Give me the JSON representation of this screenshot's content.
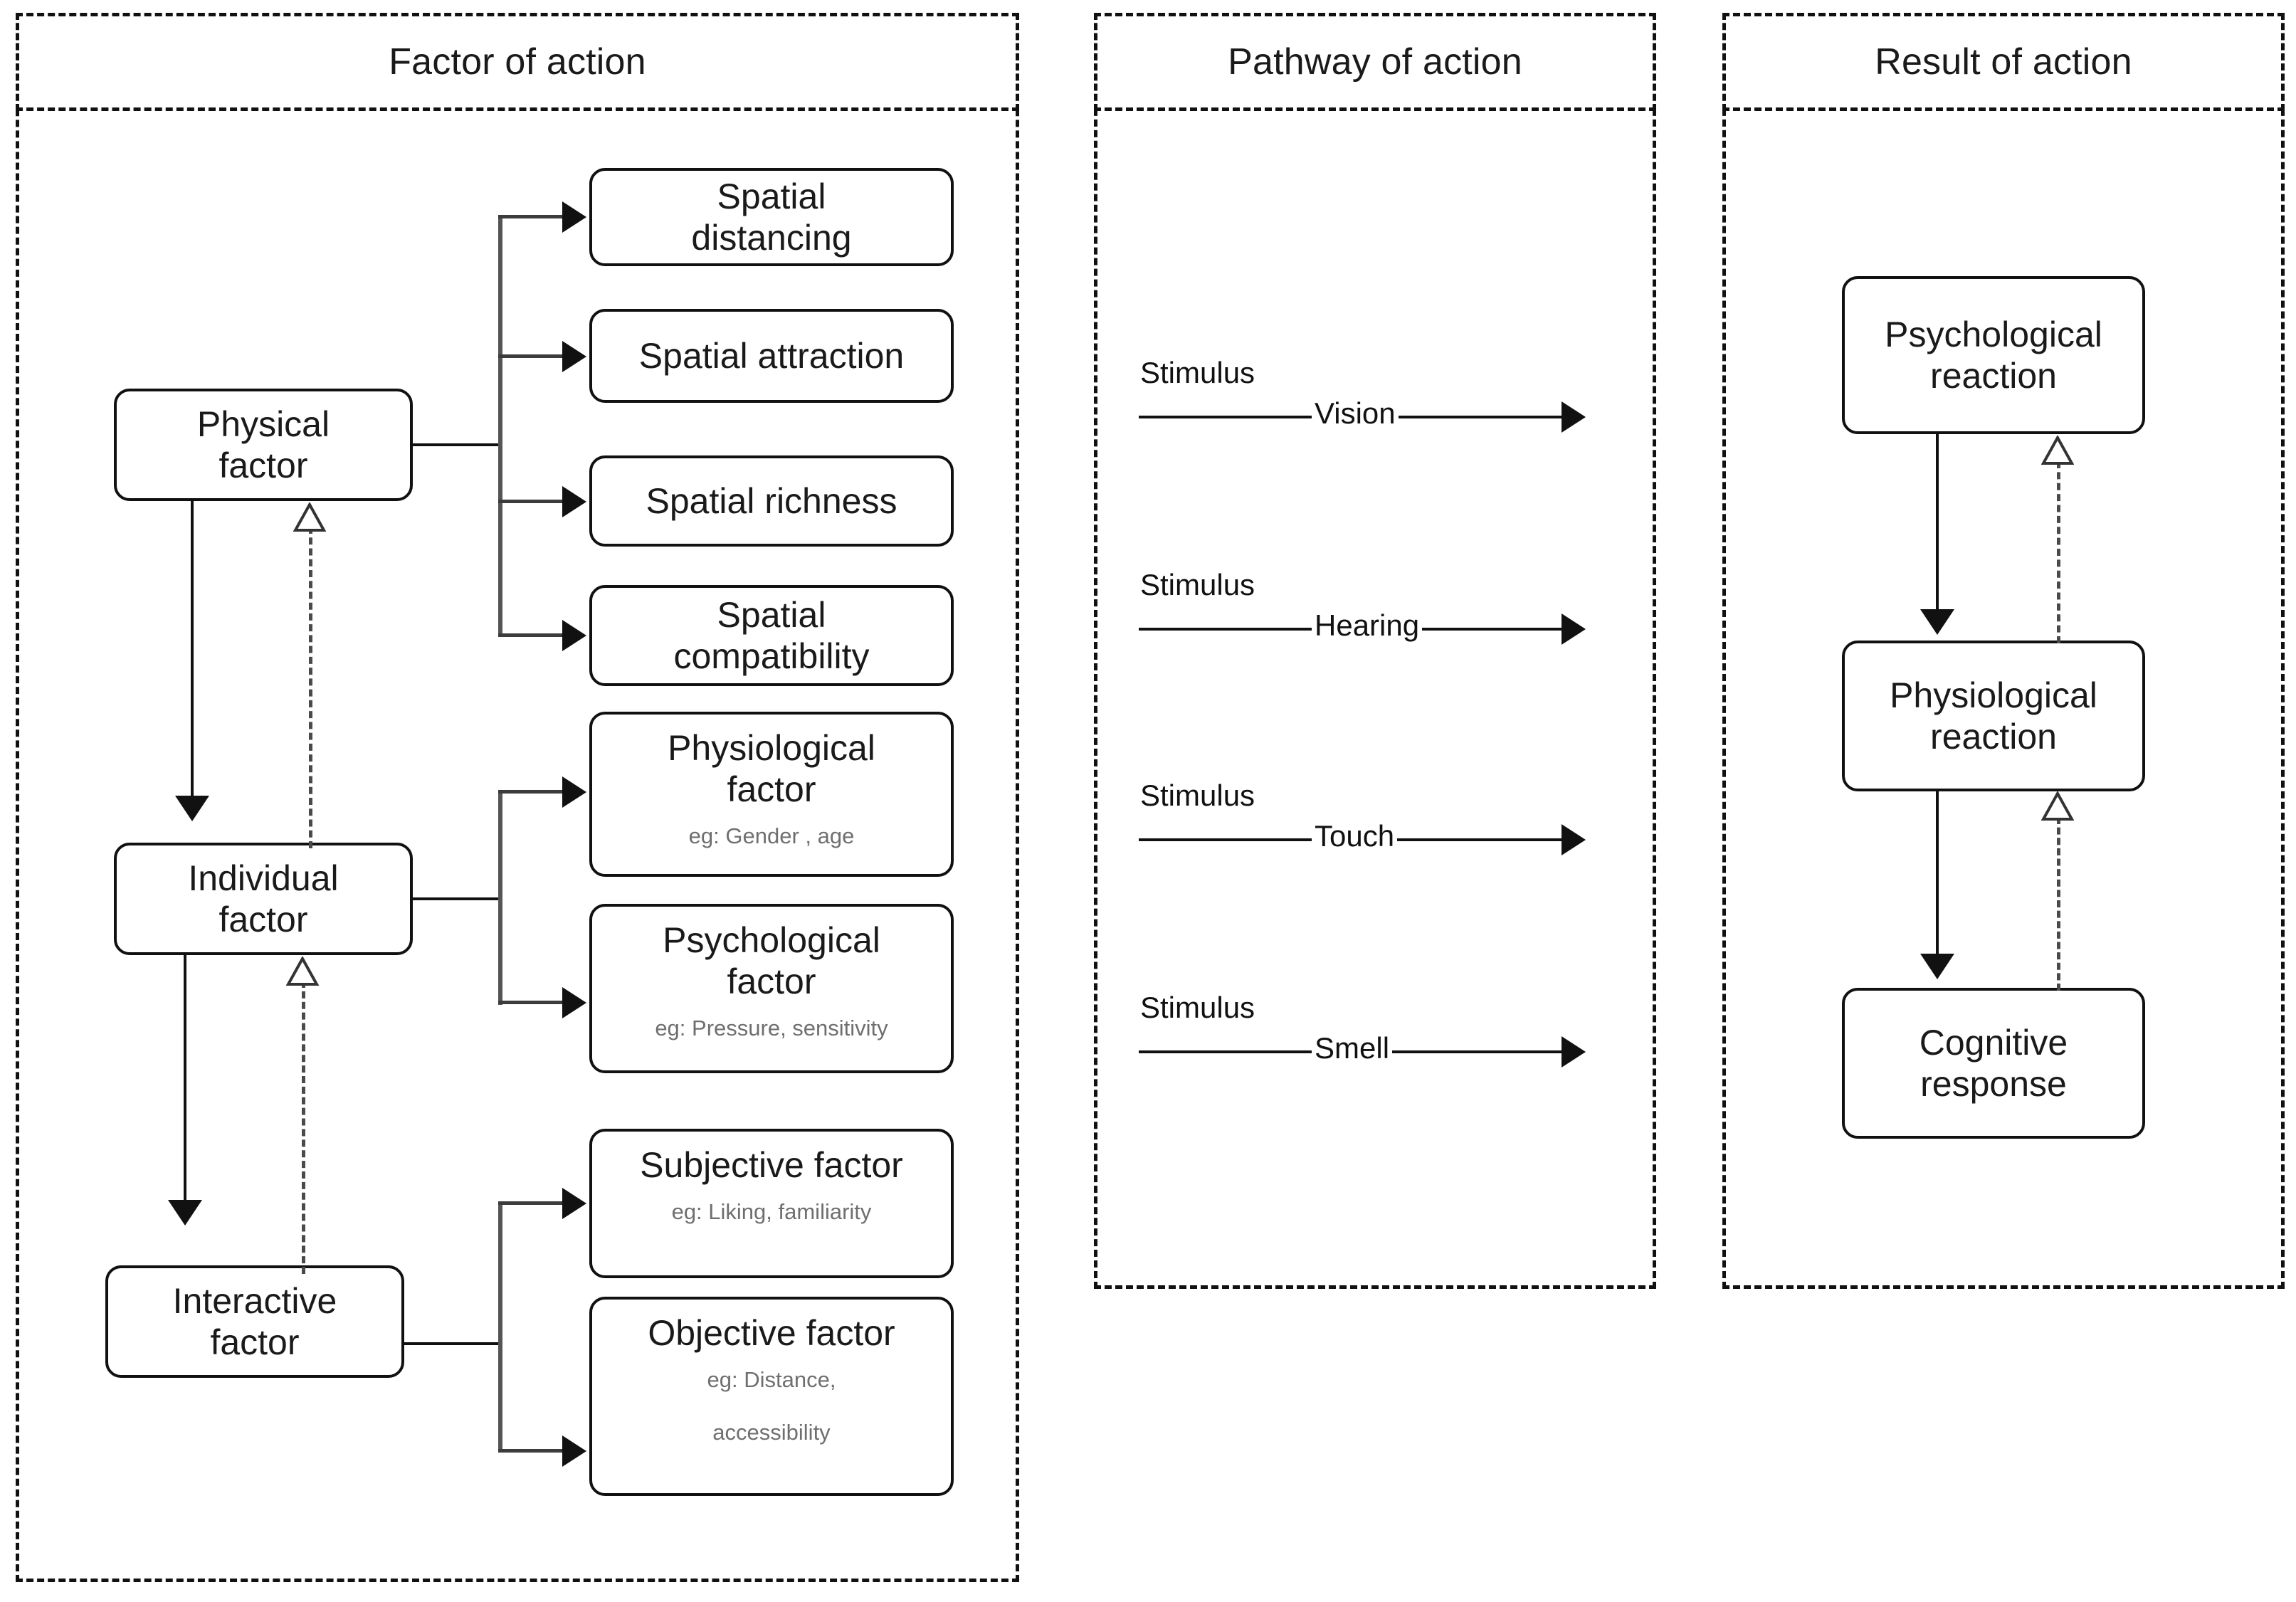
{
  "panels": [
    {
      "id": "factor",
      "title": "Factor of action"
    },
    {
      "id": "pathway",
      "title": "Pathway of action"
    },
    {
      "id": "result",
      "title": "Result of action"
    }
  ],
  "factor_of_action": {
    "parents": [
      {
        "label": "Physical\nfactor"
      },
      {
        "label": "Individual\nfactor"
      },
      {
        "label": "Interactive\nfactor"
      }
    ],
    "physical_children": [
      {
        "label": "Spatial\ndistancing"
      },
      {
        "label": "Spatial attraction"
      },
      {
        "label": "Spatial richness"
      },
      {
        "label": "Spatial\ncompatibility"
      }
    ],
    "individual_children": [
      {
        "label": "Physiological\nfactor",
        "eg": "eg:  Gender , age"
      },
      {
        "label": "Psychological\nfactor",
        "eg": "eg:  Pressure, sensitivity"
      }
    ],
    "interactive_children": [
      {
        "label": "Subjective factor",
        "eg": "eg:  Liking, familiarity"
      },
      {
        "label": "Objective factor",
        "eg": "eg:  Distance,\n\naccessibility"
      }
    ]
  },
  "pathway_of_action": {
    "rows": [
      {
        "stimulus": "Stimulus",
        "sense": "Vision"
      },
      {
        "stimulus": "Stimulus",
        "sense": "Hearing"
      },
      {
        "stimulus": "Stimulus",
        "sense": "Touch"
      },
      {
        "stimulus": "Stimulus",
        "sense": "Smell"
      }
    ]
  },
  "result_of_action": {
    "nodes": [
      {
        "label": "Psychological\nreaction"
      },
      {
        "label": "Physiological\nreaction"
      },
      {
        "label": "Cognitive\nresponse"
      }
    ]
  },
  "colors": {
    "stroke": "#111111",
    "muted_text": "#6f6f6f",
    "connector": "#555555",
    "background": "#ffffff"
  }
}
